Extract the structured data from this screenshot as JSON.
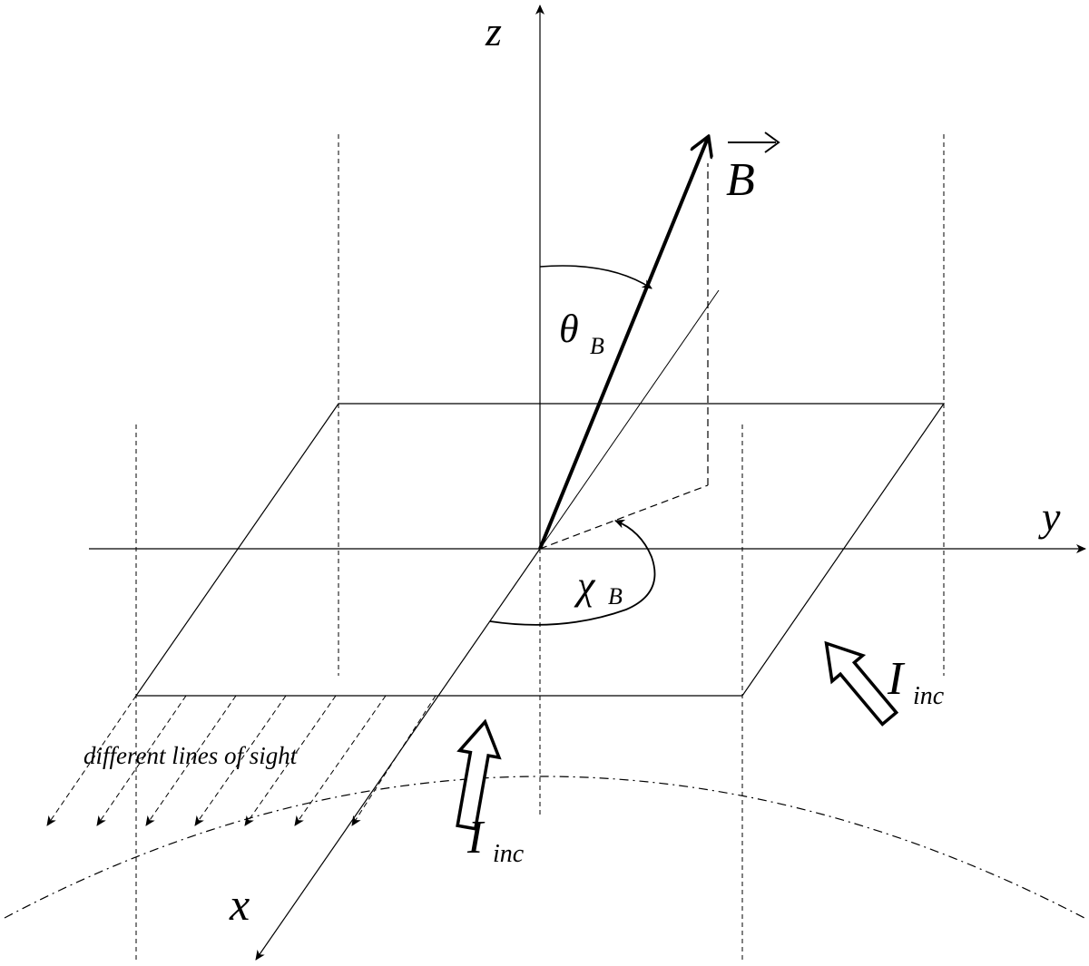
{
  "labels": {
    "z_axis": "z",
    "y_axis": "y",
    "x_axis": "x",
    "field_vector": "B",
    "inclination_angle": "θ",
    "inclination_sub": "B",
    "azimuth_angle": "χ",
    "azimuth_sub": "B",
    "incident_radiation_main": "I",
    "incident_radiation_sub": "inc",
    "incident_radiation_right": "I",
    "incident_radiation_right_sub": "inc",
    "lines_of_sight": "different lines of sight"
  }
}
